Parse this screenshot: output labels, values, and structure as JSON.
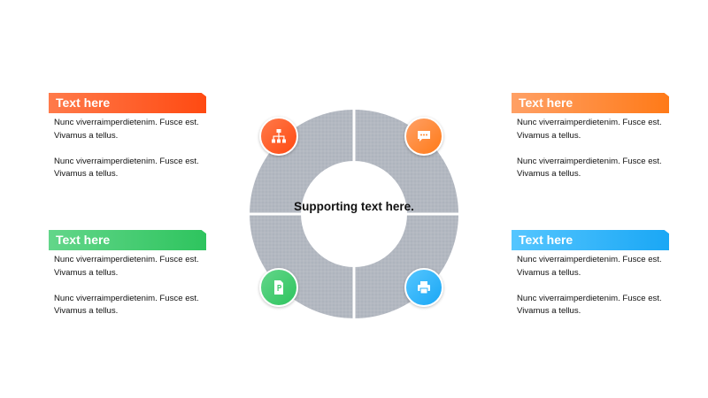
{
  "center_text": "Supporting text here.",
  "panels": {
    "top_left": {
      "title": "Text here",
      "color_from": "#ff7a4a",
      "color_to": "#ff4a12",
      "paragraph1": "Nunc viverraimperdietenim. Fusce est. Vivamus a tellus.",
      "paragraph2": "Nunc viverraimperdietenim. Fusce est. Vivamus a tellus."
    },
    "bottom_left": {
      "title": "Text here",
      "color_from": "#63d68a",
      "color_to": "#2ec45e",
      "paragraph1": "Nunc viverraimperdietenim. Fusce est. Vivamus a tellus.",
      "paragraph2": "Nunc viverraimperdietenim. Fusce est. Vivamus a tellus."
    },
    "top_right": {
      "title": "Text here",
      "color_from": "#ffa065",
      "color_to": "#ff7a18",
      "paragraph1": "Nunc viverraimperdietenim. Fusce est. Vivamus a tellus.",
      "paragraph2": "Nunc viverraimperdietenim. Fusce est. Vivamus a tellus."
    },
    "bottom_right": {
      "title": "Text here",
      "color_from": "#55c6ff",
      "color_to": "#1aa7f5",
      "paragraph1": "Nunc viverraimperdietenim. Fusce est. Vivamus a tellus.",
      "paragraph2": "Nunc viverraimperdietenim. Fusce est. Vivamus a tellus."
    }
  },
  "icons": {
    "top_left": "sitemap-icon",
    "top_right": "chat-icon",
    "bottom_left": "document-p-icon",
    "bottom_right": "printer-icon"
  },
  "ring_color": "#b4b9c2"
}
